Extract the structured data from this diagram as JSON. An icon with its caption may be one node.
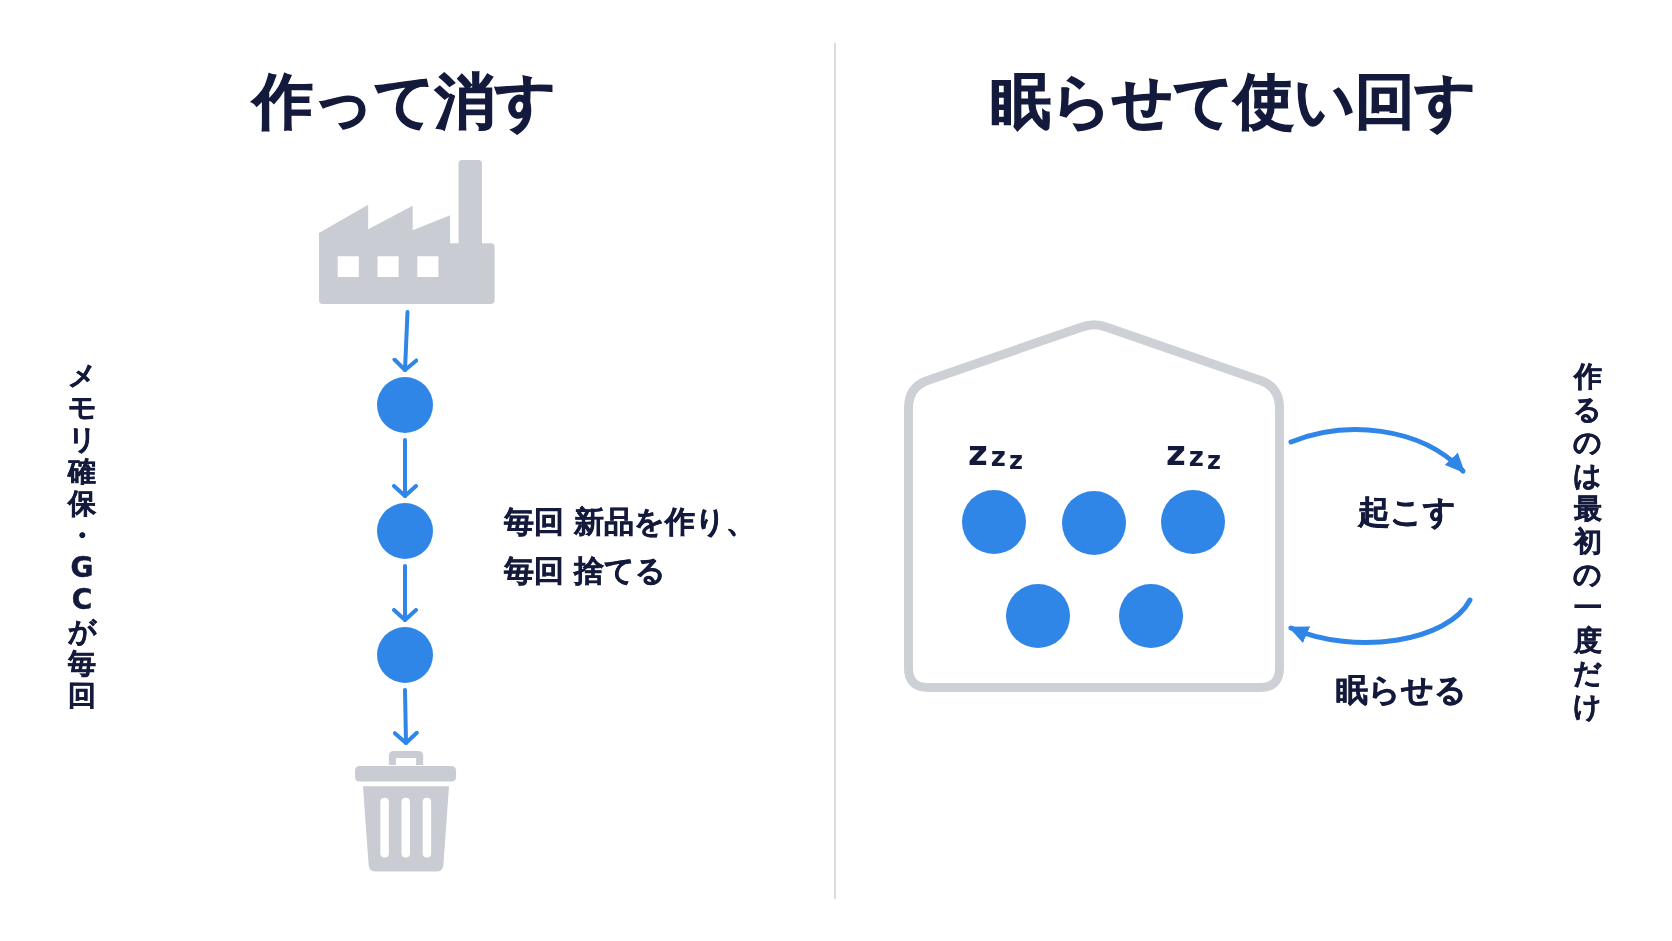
{
  "diagram": {
    "nodes": [
      {
        "text": [],
        "shape": "picture"
      },
      {
        "text": [],
        "shape": "circle"
      },
      {
        "text": [],
        "shape": "circle"
      },
      {
        "text": [],
        "shape": "circle"
      },
      {
        "text": [],
        "shape": "picture"
      },
      {
        "text": [],
        "shape": "house"
      },
      {
        "text": [],
        "shape": "circle",
        "in": 5,
        "beside": [
          "zzz"
        ]
      },
      {
        "text": [],
        "shape": "circle",
        "in": 5
      },
      {
        "text": [],
        "shape": "circle",
        "in": 5,
        "beside": [
          "zzz"
        ]
      },
      {
        "text": [],
        "shape": "circle",
        "in": 5
      },
      {
        "text": [],
        "shape": "circle",
        "in": 5
      }
    ],
    "edges": [
      {
        "from": 0,
        "to": 1,
        "arrow": "to"
      },
      {
        "from": 1,
        "to": 2,
        "arrow": "to"
      },
      {
        "from": 2,
        "to": 3,
        "arrow": "to"
      },
      {
        "from": 3,
        "to": 4,
        "arrow": "to"
      },
      {
        "from": 5,
        "to": null,
        "arrow": "to",
        "label": "起こす"
      },
      {
        "from": null,
        "to": 5,
        "arrow": "to",
        "label": "眠らせる"
      }
    ],
    "labels": [
      "作って消す",
      "眠らせて使い回す",
      "メモリ確保・GCが毎回",
      "毎回 新品を作り、毎回 捨てる",
      "作るのは最初の一度だけ"
    ]
  }
}
